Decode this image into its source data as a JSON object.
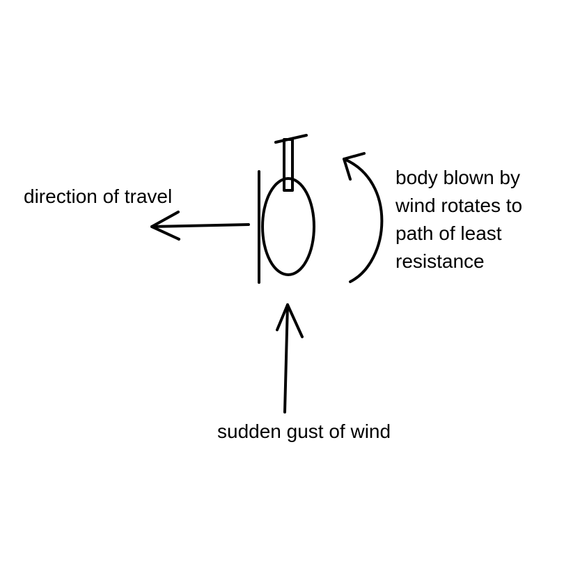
{
  "labels": {
    "direction_of_travel": "direction of travel",
    "rotation_lines": [
      "body blown by",
      "wind rotates to",
      "path of least",
      "resistance"
    ],
    "gust": "sudden gust of wind"
  },
  "colors": {
    "background": "#ffffff",
    "ink": "#000000"
  }
}
